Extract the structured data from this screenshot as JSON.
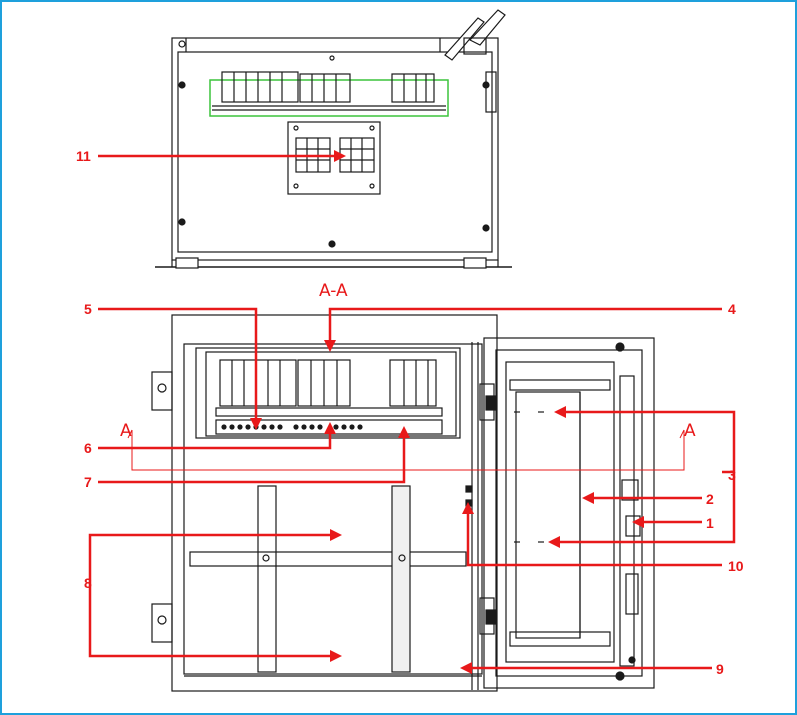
{
  "colors": {
    "border": "#1ea0dc",
    "callout": "#e8191a",
    "line": "#1a1a1a",
    "highlight": "#3cc43c"
  },
  "section_labels": {
    "aa_title": "A-A",
    "a_left": "A",
    "a_right": "A"
  },
  "callouts": [
    "1",
    "2",
    "3",
    "4",
    "5",
    "6",
    "7",
    "8",
    "9",
    "10",
    "11"
  ]
}
